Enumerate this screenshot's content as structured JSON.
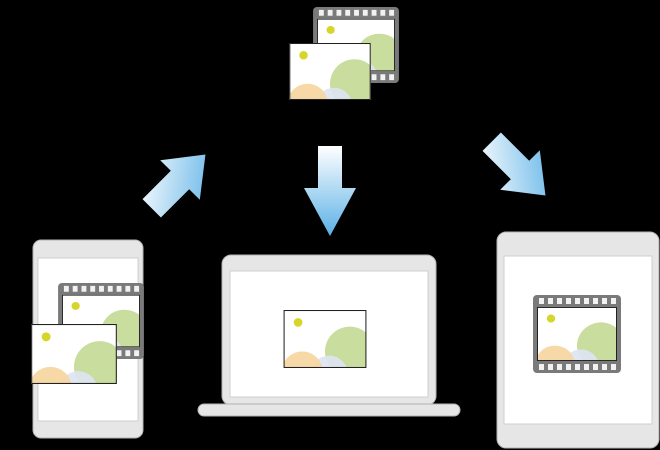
{
  "diagram": {
    "description_free": true,
    "devices": [
      "phone",
      "laptop",
      "tablet"
    ],
    "arrows": [
      "upload-arrow",
      "download-arrow-laptop",
      "download-arrow-tablet"
    ],
    "icons": [
      "cloud-media-icon",
      "phone-media-icon",
      "laptop-photo-icon",
      "tablet-video-icon"
    ]
  },
  "colors": {
    "background": "#000000",
    "device_frame": "#e6e6e6",
    "device_border": "#b3b3b3",
    "screen": "#ffffff",
    "film_frame": "#7a7a7a",
    "film_strip": "#f2f2f2",
    "arrow_light": "#ffffff",
    "arrow_dark": "#5ab0e6",
    "sun": "#d5d52a",
    "green_shape": "#c9dd9e",
    "blue_shape": "#dde4f2",
    "orange_shape": "#f7d7a3"
  }
}
